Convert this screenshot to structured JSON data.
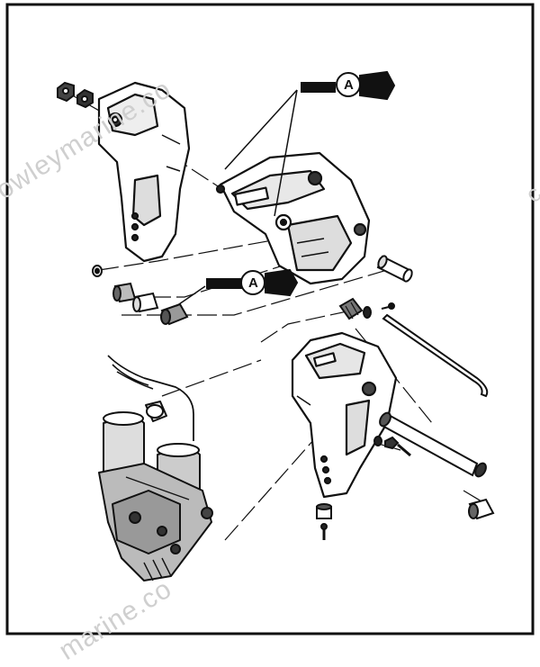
{
  "figure": {
    "callout_label": "A"
  },
  "watermark": {
    "text_top": "owleymarine.co",
    "text_bottom": "marine.co",
    "text_right": "c"
  },
  "colors": {
    "ink": "#111111",
    "paper": "#ffffff",
    "watermark": "#cfcfcf"
  }
}
